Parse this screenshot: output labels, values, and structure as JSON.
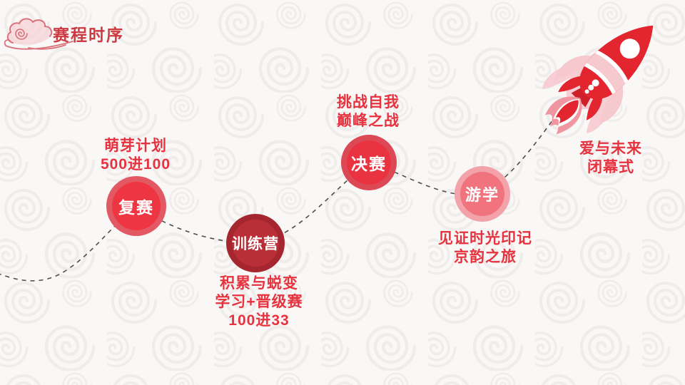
{
  "slide": {
    "title": "赛程时序",
    "colors": {
      "background": "#f9f8f7",
      "pattern": "#efedec",
      "title_red": "#cd3a42",
      "caption_red": "#e6333f",
      "dash_gray": "#4d4d4d",
      "rocket_red": "#e2252f",
      "rocket_pink": "#f6c9cf"
    }
  },
  "icons": {
    "header": "cloud-icon",
    "finale": "rocket-icon"
  },
  "milestones": [
    {
      "label": "复赛",
      "ring": "#e25863",
      "fill": "#ee3642",
      "caption": [
        "萌芽计划",
        "500进100"
      ]
    },
    {
      "label": "训练营",
      "ring": "#a5262e",
      "fill": "#ba2f37",
      "caption": [
        "积累与蜕变",
        "学习+晋级赛",
        "100进33"
      ]
    },
    {
      "label": "决赛",
      "ring": "#dc4954",
      "fill": "#ea3340",
      "caption": [
        "挑战自我",
        "巅峰之战"
      ]
    },
    {
      "label": "游学",
      "ring": "#f4a2aa",
      "fill": "#f0737e",
      "caption": [
        "见证时光印记",
        "京韵之旅"
      ]
    }
  ],
  "finale": {
    "caption": [
      "爱与未来",
      "闭幕式"
    ]
  }
}
